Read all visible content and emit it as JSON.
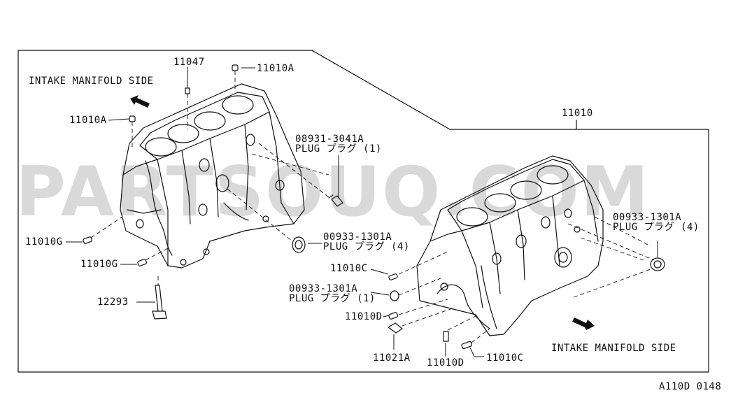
{
  "watermark": "PARTSOUQ.COM",
  "labels": {
    "intake_left": "INTAKE MANIFOLD SIDE",
    "intake_right": "INTAKE MANIFOLD SIDE",
    "p11047": "11047",
    "p11010a_top": "11010A",
    "p11010a_left": "11010A",
    "p11010": "11010",
    "p08931_num": "08931-3041A",
    "p08931_desc": "PLUG プラグ (1)",
    "p00933_a_num": "00933-1301A",
    "p00933_a_desc": "PLUG プラグ (4)",
    "p00933_b_num": "00933-1301A",
    "p00933_b_desc": "PLUG プラグ (4)",
    "p00933_c_num": "00933-1301A",
    "p00933_c_desc": "PLUG プラグ (1)",
    "p11010g_1": "11010G",
    "p11010g_2": "11010G",
    "p12293": "12293",
    "p11010c_1": "11010C",
    "p11010c_2": "11010C",
    "p11010d_1": "11010D",
    "p11010d_2": "11010D",
    "p11021a": "11021A",
    "figure_code": "A110D 0148"
  }
}
